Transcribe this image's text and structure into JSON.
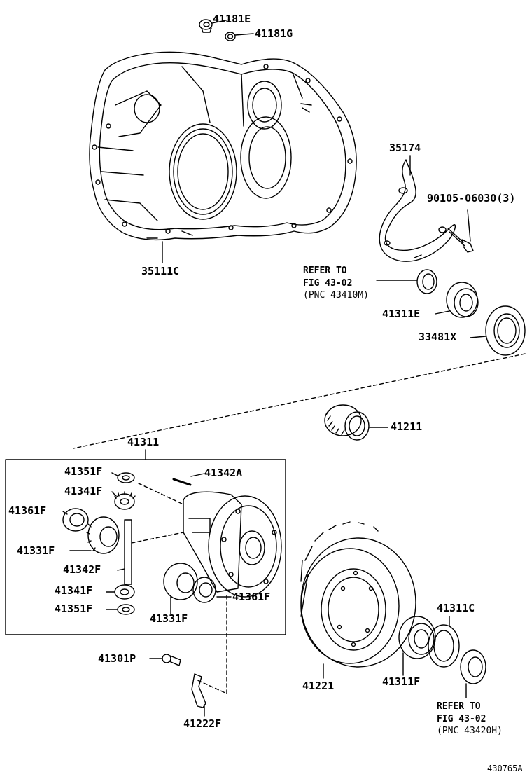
{
  "parts": {
    "p41181E": "41181E",
    "p41181G": "41181G",
    "p35111C": "35111C",
    "p35174": "35174",
    "p90105": "90105-06030(3)",
    "p41311E": "41311E",
    "p33481X": "33481X",
    "p41211": "41211",
    "p41311": "41311",
    "p41351F_top": "41351F",
    "p41342A": "41342A",
    "p41341F_top": "41341F",
    "p41361F_left": "41361F",
    "p41331F_left": "41331F",
    "p41342F": "41342F",
    "p41341F_bottom": "41341F",
    "p41351F_bottom": "41351F",
    "p41331F_bottom": "41331F",
    "p41361F_right": "41361F",
    "p41301P": "41301P",
    "p41222F": "41222F",
    "p41221": "41221",
    "p41311C": "41311C",
    "p41311F": "41311F"
  },
  "refs": {
    "top": {
      "line1": "REFER TO",
      "line2": "FIG 43-02",
      "line3": "(PNC 43410M)"
    },
    "bottom": {
      "line1": "REFER TO",
      "line2": "FIG 43-02",
      "line3": "(PNC 43420H)"
    }
  },
  "figure_id": "430765A"
}
